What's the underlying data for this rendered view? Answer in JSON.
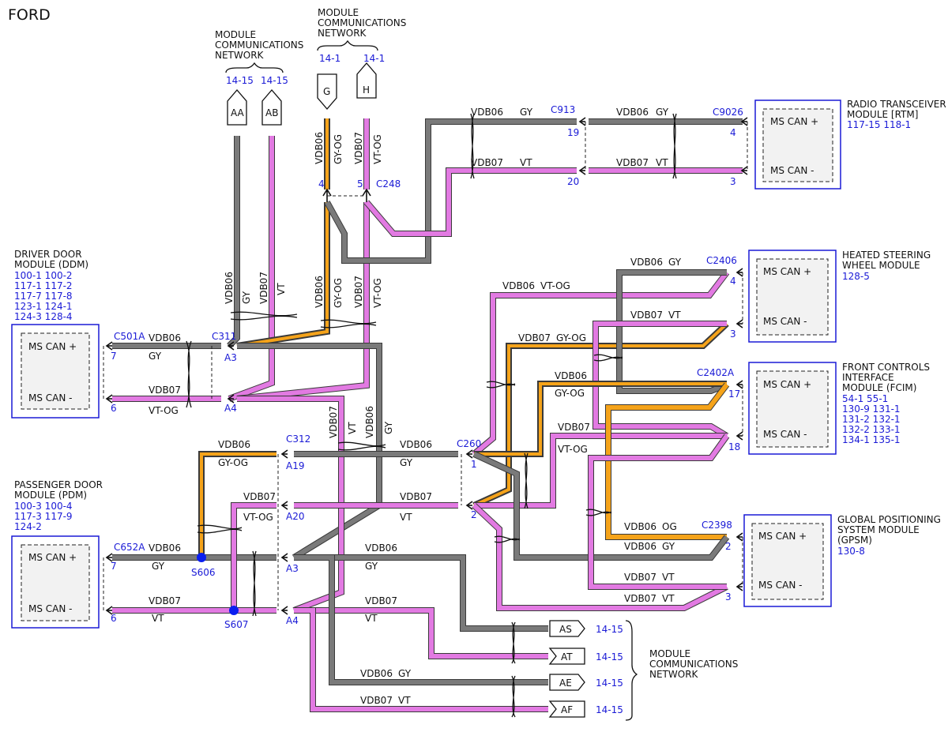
{
  "brand": "FORD",
  "colors": {
    "vt": "#e27ae2",
    "og": "#f5a31a",
    "gy": "#7a7a7a",
    "blue": "#1a1ad6"
  },
  "network_label": [
    "MODULE",
    "COMMUNICATIONS",
    "NETWORK"
  ],
  "network_refs": {
    "aa": "14-15",
    "ab": "14-15",
    "g": "14-1",
    "h": "14-1"
  },
  "modules": {
    "ddm": {
      "title": [
        "DRIVER DOOR",
        "MODULE (DDM)"
      ],
      "refs": [
        "100-1  100-2",
        "117-1  117-2",
        "117-7  117-8",
        "123-1  124-1",
        "124-3  128-4"
      ],
      "pin_hi": "MS CAN +",
      "pin_lo": "MS CAN -"
    },
    "pdm": {
      "title": [
        "PASSENGER DOOR",
        "MODULE (PDM)"
      ],
      "refs": [
        "100-3  100-4",
        "117-3  117-9",
        "124-2"
      ],
      "pin_hi": "MS CAN +",
      "pin_lo": "MS CAN -"
    },
    "rtm": {
      "title": [
        "RADIO TRANSCEIVER",
        "MODULE [RTM]"
      ],
      "refs": [
        "117-15  118-1"
      ],
      "pin_hi": "MS CAN +",
      "pin_lo": "MS CAN -"
    },
    "hsw": {
      "title": [
        "HEATED STEERING",
        "WHEEL MODULE"
      ],
      "refs": [
        "128-5"
      ],
      "pin_hi": "MS CAN +",
      "pin_lo": "MS CAN -"
    },
    "fcim": {
      "title": [
        "FRONT CONTROLS",
        "INTERFACE",
        "MODULE (FCIM)"
      ],
      "refs": [
        "54-1    55-1",
        "130-9  131-1",
        "131-2  132-1",
        "132-2  133-1",
        "134-1  135-1"
      ],
      "pin_hi": "MS CAN +",
      "pin_lo": "MS CAN -"
    },
    "gpsm": {
      "title": [
        "GLOBAL POSITIONING",
        "SYSTEM MODULE",
        "(GPSM)"
      ],
      "refs": [
        "130-8"
      ],
      "pin_hi": "MS CAN +",
      "pin_lo": "MS CAN -"
    }
  },
  "connectors": {
    "c501a": "C501A",
    "c311": "C311",
    "c652a": "C652A",
    "c312": "C312",
    "c260": "C260",
    "c913": "C913",
    "c9026": "C9026",
    "c248": "C248",
    "c2406": "C2406",
    "c2402a": "C2402A",
    "c2398": "C2398"
  },
  "splices": {
    "s606": "S606",
    "s607": "S607"
  },
  "pins": {
    "ddm_hi": "7",
    "ddm_lo": "6",
    "c311_hi": "A3",
    "c311_lo": "A4",
    "pdm_hi": "7",
    "pdm_lo": "6",
    "c312_a19": "A19",
    "c312_a20": "A20",
    "c312_a3": "A3",
    "c312_a4": "A4",
    "c260_1": "1",
    "c260_2": "2",
    "c248_4": "4",
    "c248_5": "5",
    "c913_19": "19",
    "c913_20": "20",
    "c9026_4": "4",
    "c9026_3": "3",
    "c2406_4": "4",
    "c2406_3": "3",
    "c2402a_17": "17",
    "c2402a_18": "18",
    "c2398_2": "2",
    "c2398_3": "3"
  },
  "wires": {
    "ddm_hi": {
      "circ": "VDB06",
      "color": "GY"
    },
    "ddm_lo": {
      "circ": "VDB07",
      "color": "VT-OG"
    },
    "c311_up_hi": {
      "circ": "VDB06",
      "color": "GY"
    },
    "c311_up_lo": {
      "circ": "VDB07",
      "color": "VT"
    },
    "g_down": {
      "circ": "VDB06",
      "color": "GY-OG"
    },
    "h_down": {
      "circ": "VDB07",
      "color": "VT-OG"
    },
    "mid_g": {
      "circ": "VDB06",
      "color": "GY-OG"
    },
    "mid_h": {
      "circ": "VDB07",
      "color": "VT-OG"
    },
    "trunk_07": {
      "circ": "VDB07",
      "color": "VT"
    },
    "trunk_06": {
      "circ": "VDB06",
      "color": "GY"
    },
    "rtm_hi": {
      "circ": "VDB06",
      "color": "GY"
    },
    "rtm_lo": {
      "circ": "VDB07",
      "color": "VT"
    },
    "rtm_hi_2": {
      "circ": "VDB06",
      "color": "GY"
    },
    "rtm_lo_2": {
      "circ": "VDB07",
      "color": "VT"
    },
    "hsw_mid": {
      "circ": "VDB06",
      "color": "VT-OG"
    },
    "hsw_hi": {
      "circ": "VDB06",
      "color": "GY"
    },
    "hsw_lo": {
      "circ": "VDB07",
      "color": "VT"
    },
    "fcim_go": {
      "circ": "VDB07",
      "color": "GY-OG"
    },
    "fcim_hi": {
      "circ": "VDB06",
      "color": "GY-OG"
    },
    "fcim_lo": {
      "circ": "VDB07",
      "color": "VT-OG"
    },
    "c312_19": {
      "circ": "VDB06",
      "color": "GY-OG"
    },
    "c312_20": {
      "circ": "VDB07",
      "color": "VT-OG"
    },
    "c260_1": {
      "circ": "VDB06",
      "color": "GY"
    },
    "c260_2": {
      "circ": "VDB07",
      "color": "VT"
    },
    "pdm_hi": {
      "circ": "VDB06",
      "color": "GY"
    },
    "pdm_lo": {
      "circ": "VDB07",
      "color": "VT"
    },
    "a3_out": {
      "circ": "VDB06",
      "color": "GY"
    },
    "a4_out": {
      "circ": "VDB07",
      "color": "VT"
    },
    "ae": {
      "circ": "VDB06",
      "color": "GY"
    },
    "af": {
      "circ": "VDB07",
      "color": "VT"
    },
    "gps_og": {
      "circ": "VDB06",
      "color": "OG"
    },
    "gps_gy": {
      "circ": "VDB06",
      "color": "GY"
    },
    "gps_vt1": {
      "circ": "VDB07",
      "color": "VT"
    },
    "gps_vt2": {
      "circ": "VDB07",
      "color": "VT"
    }
  },
  "tags": {
    "aa": "AA",
    "ab": "AB",
    "g": "G",
    "h": "H",
    "as": "AS",
    "at": "AT",
    "ae": "AE",
    "af": "AF"
  },
  "tag_refs": {
    "as": "14-15",
    "at": "14-15",
    "ae": "14-15",
    "af": "14-15"
  }
}
